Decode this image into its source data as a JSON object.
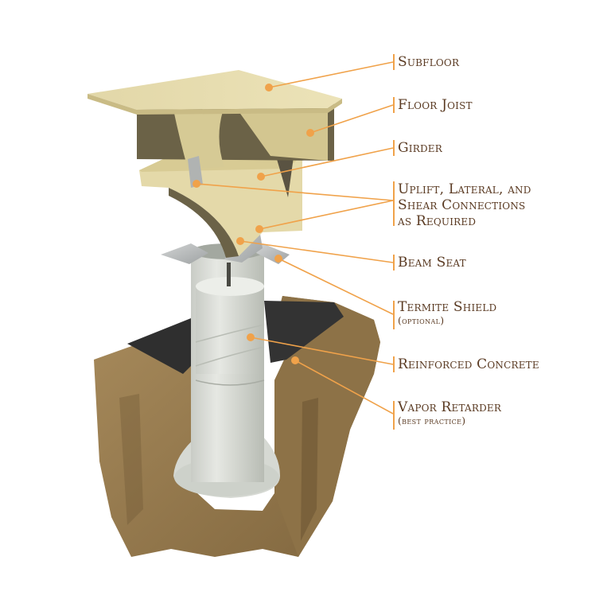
{
  "colors": {
    "leader": "#f0a24a",
    "dot": "#f0a24a",
    "label_text": "#5a3a22",
    "wood_light": "#e6dcae",
    "wood_mid": "#cfc08a",
    "wood_dark": "#6b6247",
    "concrete": "#d9dcd6",
    "concrete_shadow": "#b9bdb5",
    "soil": "#9b7f52",
    "soil_dark": "#6e5634",
    "vapor_retarder": "#2f2f2f",
    "metal": "#b9bcbd"
  },
  "labels": [
    {
      "id": "subfloor",
      "text": "Subfloor",
      "sub": ""
    },
    {
      "id": "floor-joist",
      "text": "Floor Joist",
      "sub": ""
    },
    {
      "id": "girder",
      "text": "Girder",
      "sub": ""
    },
    {
      "id": "connections",
      "text": "Uplift, Lateral, and",
      "line2": "Shear Connections",
      "line3": "as Required",
      "sub": ""
    },
    {
      "id": "beam-seat",
      "text": "Beam Seat",
      "sub": ""
    },
    {
      "id": "termite-shield",
      "text": "Termite Shield",
      "sub": "(optional)"
    },
    {
      "id": "reinforced-concrete",
      "text": "Reinforced Concrete",
      "sub": ""
    },
    {
      "id": "vapor-retarder",
      "text": "Vapor Retarder",
      "sub": "(best practice)"
    }
  ]
}
